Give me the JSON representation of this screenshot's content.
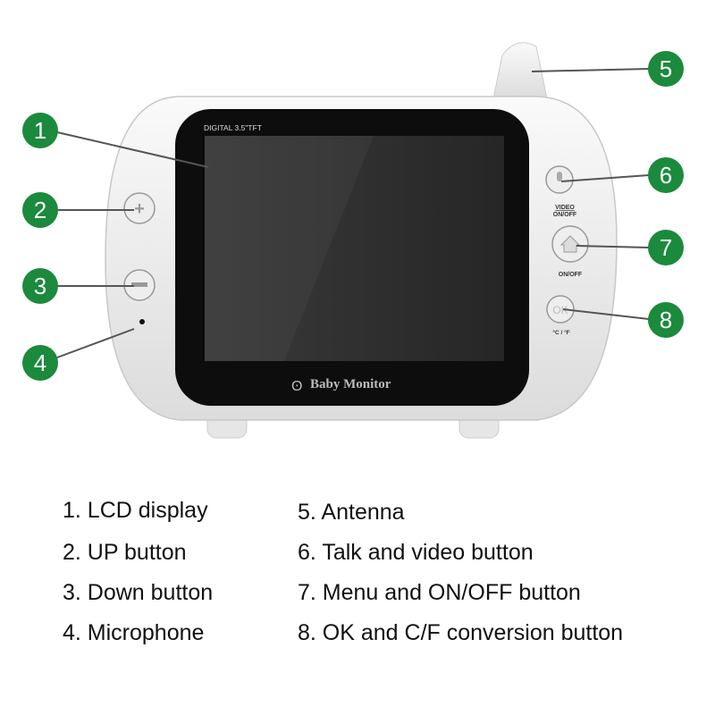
{
  "device": {
    "screen_label": "DIGITAL 3.5\"TFT",
    "brand": "Baby Monitor",
    "button_labels": {
      "talk": "VIDEO ON/OFF",
      "talk_line1": "VIDEO",
      "talk_line2": "ON/OFF",
      "menu": "ON/OFF",
      "ok": "OK",
      "temp": "°C / °F"
    }
  },
  "callouts": [
    "1",
    "2",
    "3",
    "4",
    "5",
    "6",
    "7",
    "8"
  ],
  "colors": {
    "callout": "#1b8a3c",
    "bezel": "#0d0d0d",
    "lcd": "#2b2b2b",
    "body": "#f2f2f2"
  },
  "legend": {
    "left": [
      "1. LCD display",
      "2. UP button",
      "3. Down button",
      "4. Microphone"
    ],
    "right": [
      "5. Antenna",
      "6. Talk and video button",
      "7. Menu and ON/OFF button",
      "8. OK and C/F conversion button"
    ]
  }
}
